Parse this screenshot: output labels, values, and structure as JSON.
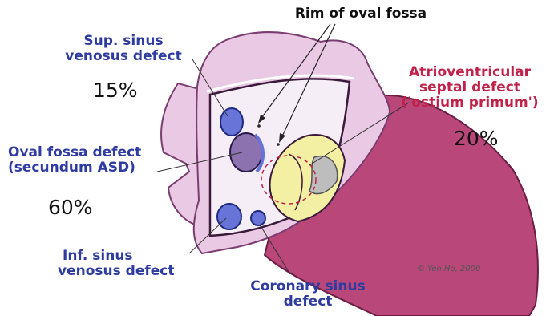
{
  "labels": {
    "rim_of_oval_fossa": "Rim of oval fossa",
    "sup_sinus_line1": "Sup. sinus",
    "sup_sinus_line2": "venosus defect",
    "sup_sinus_pct": "15%",
    "av_septal_line1": "Atrioventricular",
    "av_septal_line2": "septal defect",
    "av_septal_line3": "('ostium primum')",
    "av_septal_pct": "20%",
    "oval_fossa_line1": "Oval fossa defect",
    "oval_fossa_line2": "(secundum ASD)",
    "oval_fossa_pct": "60%",
    "inf_sinus_line1": "Inf. sinus",
    "inf_sinus_line2": "venosus defect",
    "coronary_line1": "Coronary  sinus",
    "coronary_line2": "defect"
  },
  "credit": "© Yen Ho, 2000",
  "colors": {
    "atrial_wall": "#e9c9e4",
    "septum_inner": "#f6eef6",
    "ventricle": "#b9477a",
    "defect_blue": "#6874d8",
    "oval_defect": "#8d72b0",
    "av_yellow": "#f3f0a4",
    "label_blue": "#2e3ba0",
    "label_red": "#c0224a"
  }
}
